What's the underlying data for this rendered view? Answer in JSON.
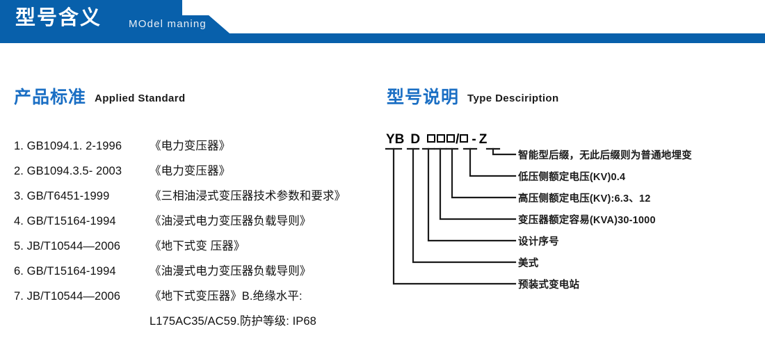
{
  "banner": {
    "title_cn": "型号含义",
    "title_en": "MOdel maning",
    "color": "#0860ab"
  },
  "sections": {
    "standard": {
      "title_cn": "产品标准",
      "title_en": "Applied Standard",
      "accent": "#1b6fc4"
    },
    "type": {
      "title_cn": "型号说明",
      "title_en": "Type Desciription",
      "accent": "#1b6fc4"
    }
  },
  "standards": [
    {
      "code": "1. GB1094.1. 2-1996",
      "name": "《电力变压器》"
    },
    {
      "code": "2. GB1094.3.5- 2003",
      "name": "《电力变压器》"
    },
    {
      "code": "3. GB/T6451-1999",
      "name": "《三相油浸式变压器技术参数和要求》"
    },
    {
      "code": "4. GB/T15164-1994",
      "name": "《油浸式电力变压器负载导则》"
    },
    {
      "code": "5. JB/T10544—2006",
      "name": "《地下式变 压器》"
    },
    {
      "code": "6. GB/T15164-1994",
      "name": "《油漫式电力变压器负载导则》"
    },
    {
      "code": "7. JB/T10544—2006",
      "name": "《地下式变压器》B.绝缘水平:"
    },
    {
      "code": "",
      "name": "L175AC35/AC59.防护等级: IP68"
    }
  ],
  "type_code": {
    "part_yb": "YB",
    "part_d": "D",
    "slash": "/",
    "dash": "-",
    "part_z": "Z",
    "box_glyph": "□"
  },
  "type_labels": [
    {
      "text": "智能型后缀，无此后缀则为普通地埋变"
    },
    {
      "text": "低压侧额定电压(KV)0.4"
    },
    {
      "text": "高压侧额定电压(KV):6.3、12"
    },
    {
      "text": "变压器额定容易(KVA)30-1000"
    },
    {
      "text": "设计序号"
    },
    {
      "text": "美式"
    },
    {
      "text": "预装式变电站"
    }
  ]
}
